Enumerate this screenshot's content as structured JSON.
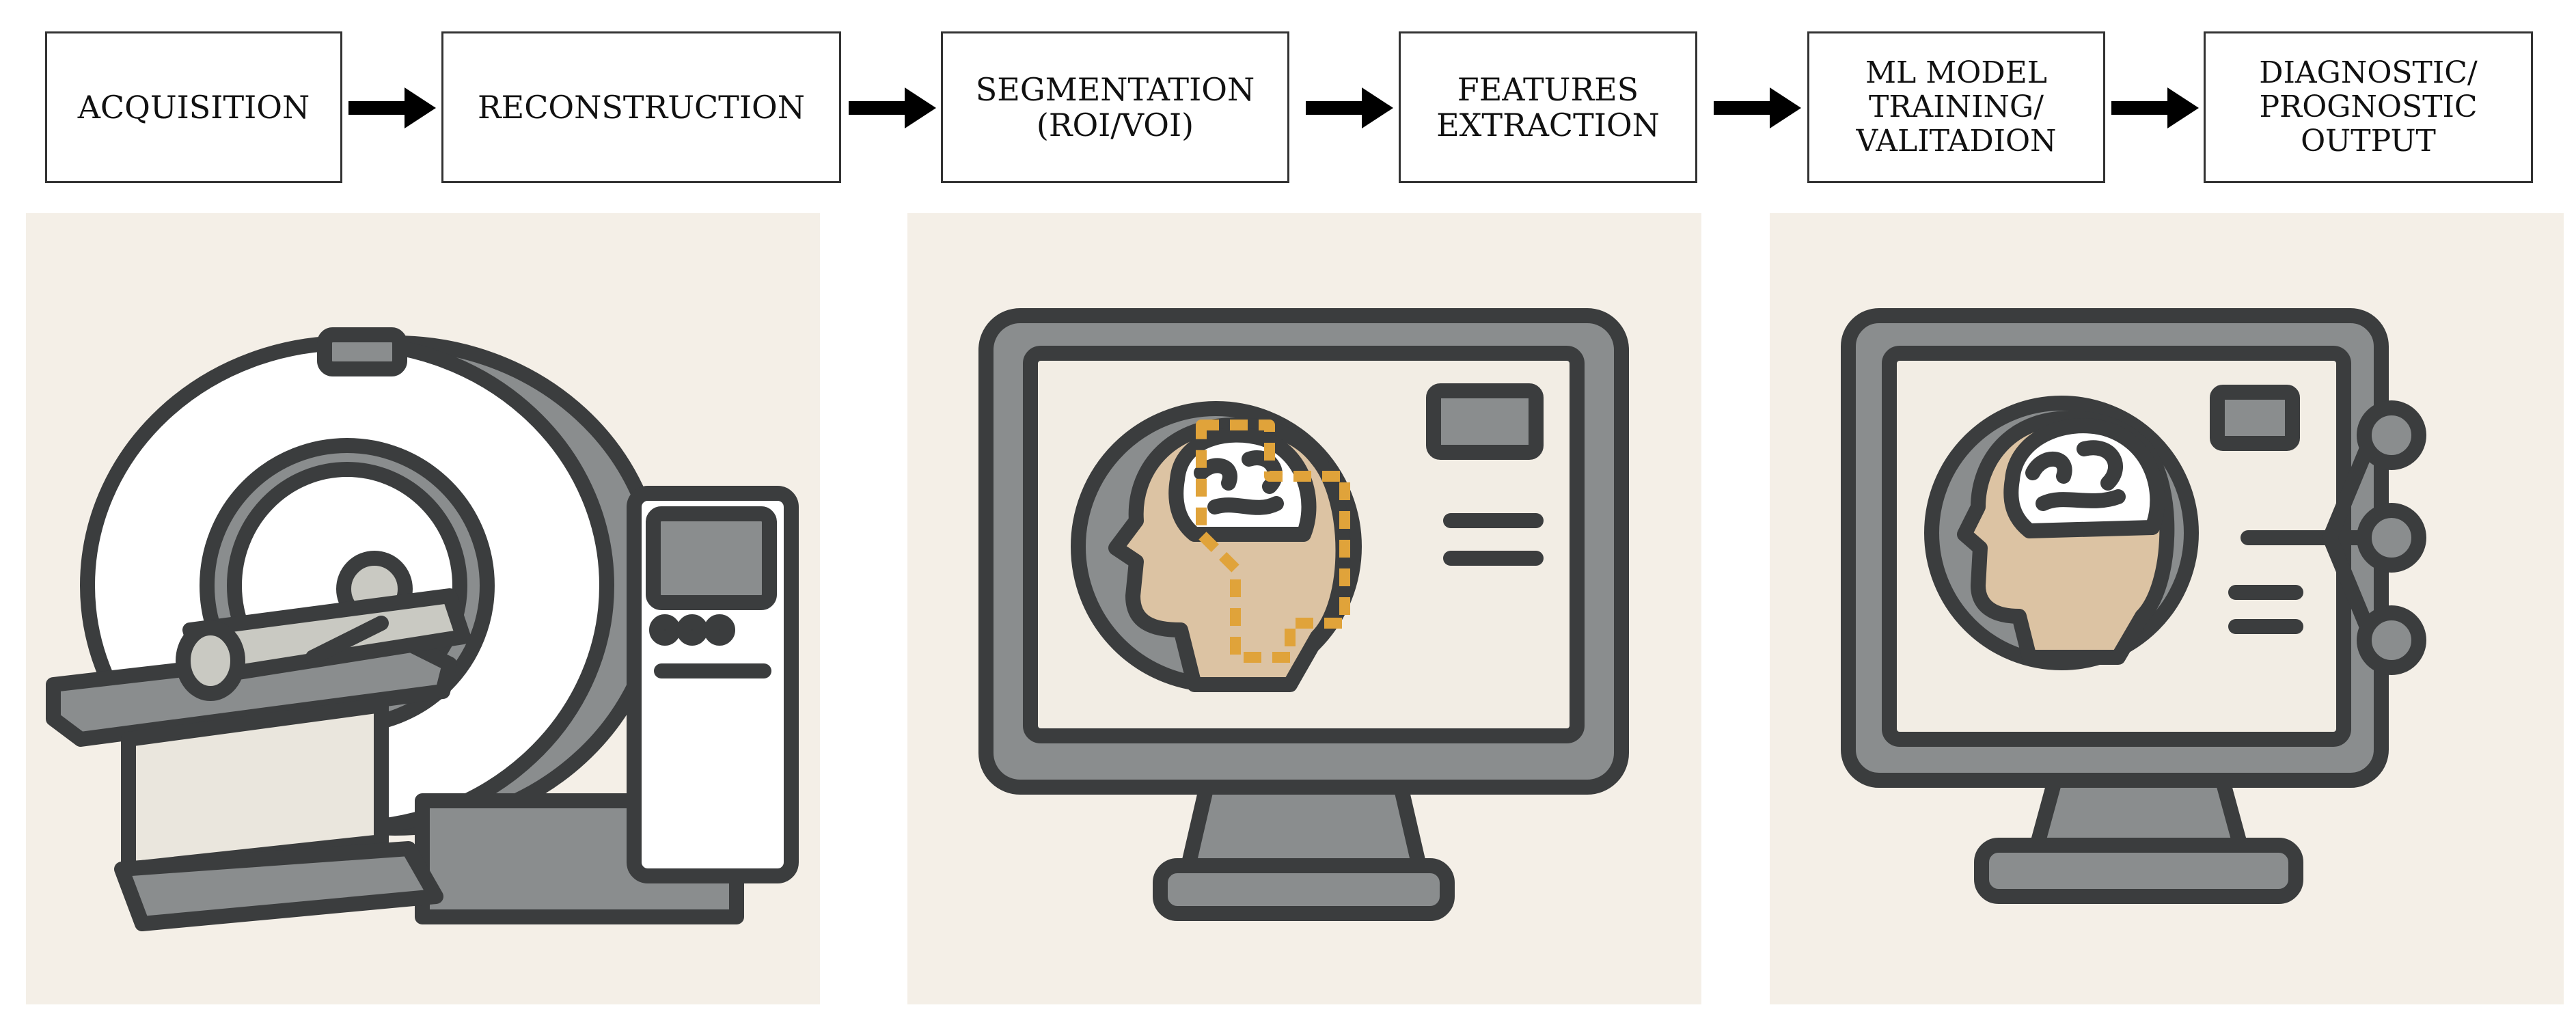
{
  "pipeline": {
    "steps": [
      {
        "lines": [
          "ACQUISITION"
        ]
      },
      {
        "lines": [
          "RECONSTRUCTION"
        ]
      },
      {
        "lines": [
          "SEGMENTATION",
          "(ROI/VOI)"
        ]
      },
      {
        "lines": [
          "FEATURES",
          "EXTRACTION"
        ]
      },
      {
        "lines": [
          "ML MODEL",
          "TRAINING/",
          "VALITADION"
        ]
      },
      {
        "lines": [
          "DIAGNOSTIC/",
          "PROGNOSTIC",
          "OUTPUT"
        ]
      }
    ]
  },
  "illustrations": [
    {
      "icon": "ct-scanner-icon"
    },
    {
      "icon": "monitor-segmentation-icon"
    },
    {
      "icon": "monitor-ml-output-icon"
    }
  ],
  "colors": {
    "panel_bg": "#f4efe7",
    "outline": "#3b3d3e",
    "gray": "#8a8d8e",
    "light_gray": "#c9c9c2",
    "skin": "#dcc3a3",
    "roi": "#e0a33a",
    "screen": "#f2ede4"
  }
}
